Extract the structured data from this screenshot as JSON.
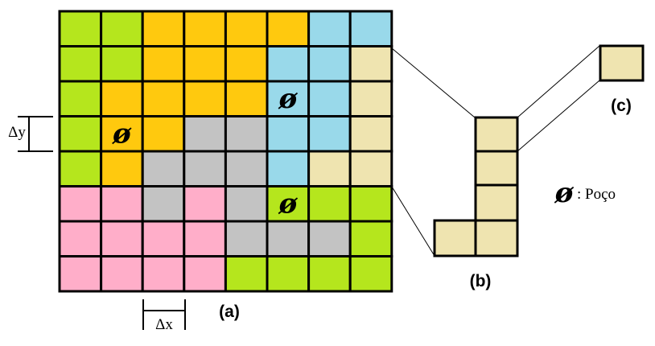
{
  "colors": {
    "G": "#b5e61d",
    "O": "#ffc90e",
    "B": "#99d9ea",
    "T": "#efe4b0",
    "P": "#ffaec9",
    "S": "#c3c3c3",
    "border": "#000000"
  },
  "grid_rows": [
    [
      "G",
      "G",
      "O",
      "O",
      "O",
      "O",
      "B",
      "B"
    ],
    [
      "G",
      "G",
      "O",
      "O",
      "O",
      "B",
      "B",
      "T"
    ],
    [
      "G",
      "O",
      "O",
      "O",
      "O",
      "B",
      "B",
      "T"
    ],
    [
      "G",
      "O",
      "O",
      "S",
      "S",
      "B",
      "B",
      "T"
    ],
    [
      "G",
      "O",
      "S",
      "S",
      "S",
      "B",
      "T",
      "T"
    ],
    [
      "P",
      "P",
      "S",
      "P",
      "S",
      "G",
      "G",
      "G"
    ],
    [
      "P",
      "P",
      "P",
      "P",
      "S",
      "S",
      "S",
      "G"
    ],
    [
      "P",
      "P",
      "P",
      "P",
      "G",
      "G",
      "G",
      "G"
    ]
  ],
  "wells": [
    {
      "row": 3,
      "col": 1
    },
    {
      "row": 2,
      "col": 5
    },
    {
      "row": 5,
      "col": 5
    }
  ],
  "well_symbol": "ø",
  "labels": {
    "a": "(a)",
    "b": "(b)",
    "c": "(c)",
    "dx": "Δx",
    "dy": "Δy",
    "legend": ": Poço"
  }
}
